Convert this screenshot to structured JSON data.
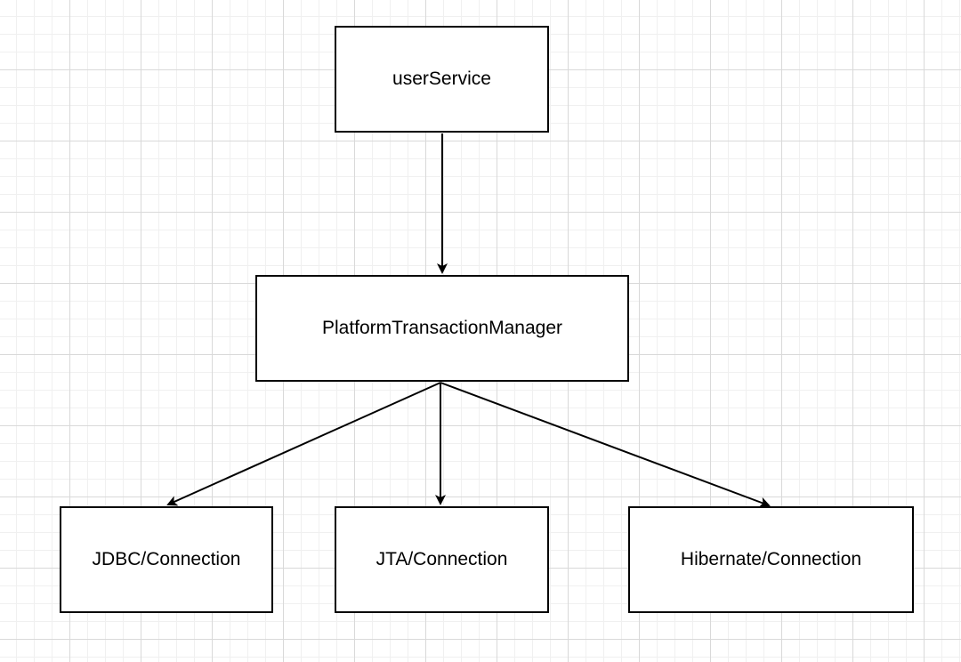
{
  "diagram": {
    "nodes": {
      "user_service": "userService",
      "platform_transaction_manager": "PlatformTransactionManager",
      "jdbc": "JDBC/Connection",
      "jta": "JTA/Connection",
      "hibernate": "Hibernate/Connection"
    },
    "edges": [
      {
        "from": "userService",
        "to": "PlatformTransactionManager"
      },
      {
        "from": "PlatformTransactionManager",
        "to": "JDBC/Connection"
      },
      {
        "from": "PlatformTransactionManager",
        "to": "JTA/Connection"
      },
      {
        "from": "PlatformTransactionManager",
        "to": "Hibernate/Connection"
      }
    ],
    "colors": {
      "stroke": "#000000",
      "node_fill": "#ffffff",
      "grid": "#d9d9d9"
    }
  }
}
